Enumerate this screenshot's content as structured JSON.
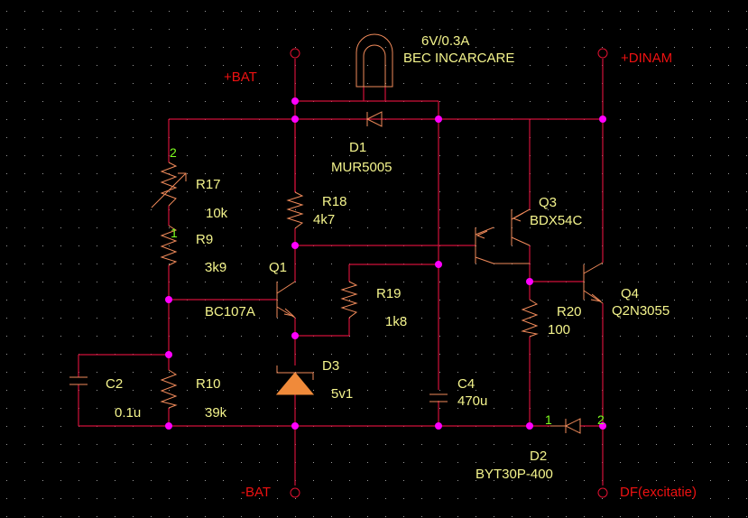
{
  "schematic": {
    "background": "#000000",
    "colors": {
      "wire": "#d0103a",
      "component": "#f08a5a",
      "junction": "#ff00ff",
      "label": "#f4f48c",
      "net_label": "#ee1111",
      "pin_number": "#80ff20",
      "zener_fill": "#f08a3a"
    },
    "net_labels": {
      "bat_plus": "+BAT",
      "bat_minus": "-BAT",
      "dinam_plus": "+DINAM",
      "df": "DF(excitatie)"
    },
    "components": {
      "lamp": {
        "value": "6V/0.3A",
        "name": "BEC INCARCARE"
      },
      "d1": {
        "ref": "D1",
        "value": "MUR5005"
      },
      "r17": {
        "ref": "R17",
        "value": "10k",
        "pin1": "1",
        "pin2": "2"
      },
      "r9": {
        "ref": "R9",
        "value": "3k9"
      },
      "r18": {
        "ref": "R18",
        "value": "4k7"
      },
      "q1": {
        "ref": "Q1",
        "value": "BC107A"
      },
      "r19": {
        "ref": "R19",
        "value": "1k8"
      },
      "q3": {
        "ref": "Q3",
        "value": "BDX54C"
      },
      "q4": {
        "ref": "Q4",
        "value": "Q2N3055"
      },
      "r20": {
        "ref": "R20",
        "value": "100"
      },
      "c2": {
        "ref": "C2",
        "value": "0.1u"
      },
      "r10": {
        "ref": "R10",
        "value": "39k"
      },
      "d3": {
        "ref": "D3",
        "value": "5v1"
      },
      "c4": {
        "ref": "C4",
        "value": "470u"
      },
      "d2": {
        "ref": "D2",
        "value": "BYT30P-400",
        "pin1": "1",
        "pin2": "2"
      }
    }
  }
}
